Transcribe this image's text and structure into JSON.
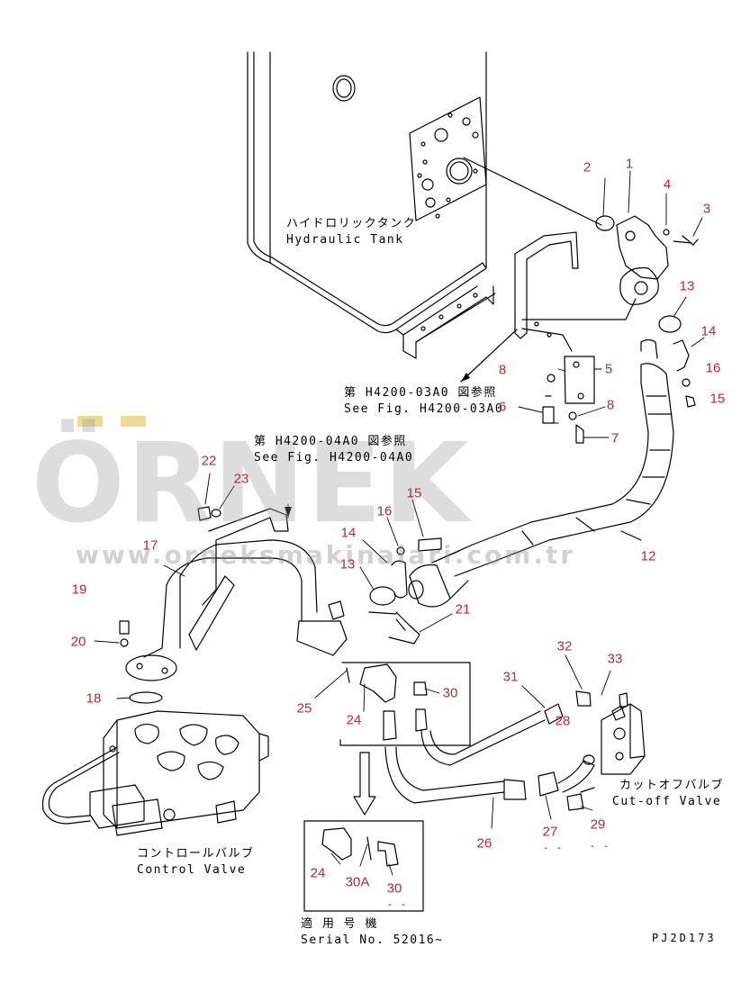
{
  "labels": {
    "tank_jp": "ハイドロリックタンク",
    "tank_en": "Hydraulic Tank",
    "ref1_jp": "第 H4200-03A0 図参照",
    "ref1_en": "See Fig. H4200-03A0",
    "ref2_jp": "第 H4200-04A0 図参照",
    "ref2_en": "See Fig. H4200-04A0",
    "control_jp": "コントロールバルブ",
    "control_en": "Control Valve",
    "cutoff_jp": "カットオフバルブ",
    "cutoff_en": "Cut-off Valve",
    "serial_jp": "適 用 号 機",
    "serial_en": "Serial No. 52016~",
    "drawing_code": "PJ2D173",
    "dash_27": "- -",
    "dash_29": "- -",
    "dash_30": "- -"
  },
  "callouts": [
    "2",
    "1",
    "4",
    "3",
    "13",
    "14",
    "16",
    "15",
    "8",
    "5",
    "6",
    "8",
    "7",
    "12",
    "22",
    "23",
    "15",
    "16",
    "14",
    "13",
    "17",
    "19",
    "20",
    "18",
    "21",
    "25",
    "24",
    "30",
    "31",
    "28",
    "32",
    "33",
    "26",
    "27",
    "29",
    "24",
    "30A",
    "30"
  ],
  "watermark": {
    "brand": "ÖRNEK",
    "url": "www.orneksmakinalari.com.tr"
  },
  "colors": {
    "line": "#000000",
    "callout": "#c0262d",
    "watermark": "#969696"
  }
}
